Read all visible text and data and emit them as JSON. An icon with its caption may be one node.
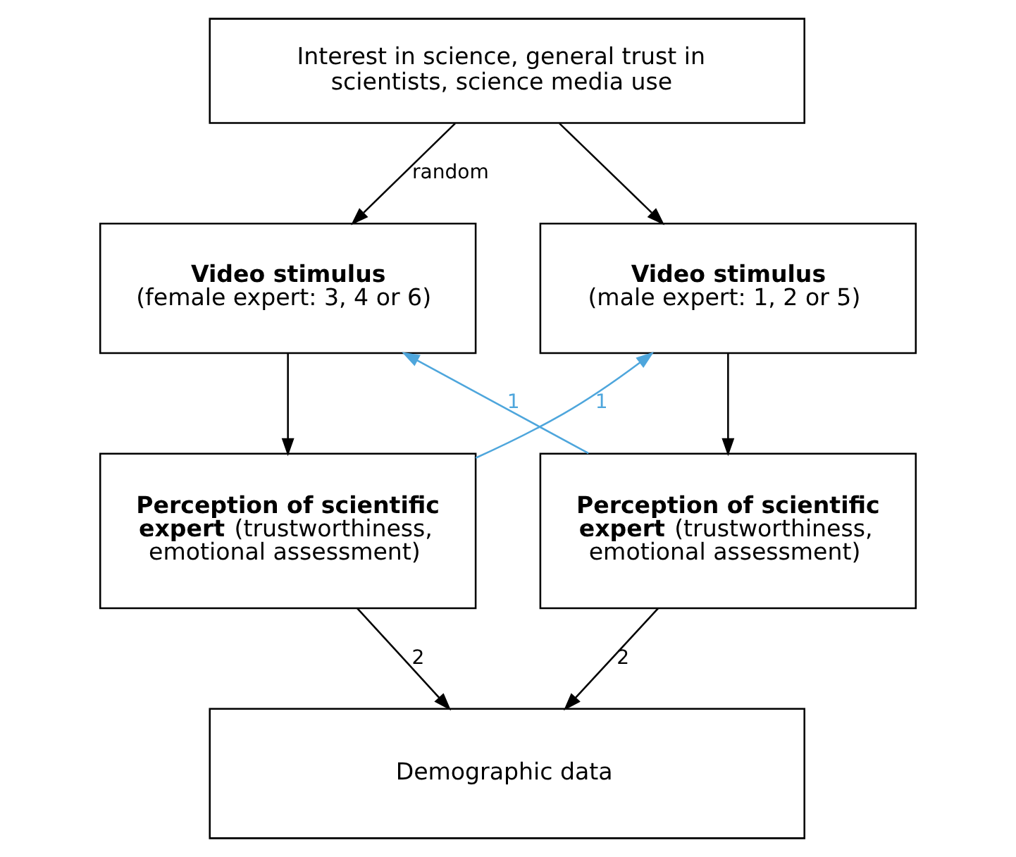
{
  "diagram": {
    "nodes": [
      {
        "text": [
          "Interest in science, general trust in scientists, science media use"
        ]
      },
      {
        "text": [
          "**Video stimulus**",
          "(female expert: 3, 4 or 6)"
        ]
      },
      {
        "text": [
          "**Video stimulus**",
          "(male expert: 1, 2 or 5)"
        ]
      },
      {
        "text": [
          "**Perception of scientific expert** (trustworthiness, emotional assessment)"
        ]
      },
      {
        "text": [
          "**Perception of scientific expert** (trustworthiness, emotional assessment)"
        ]
      },
      {
        "text": [
          "Demographic data"
        ]
      }
    ],
    "edges": [
      {
        "from": 0,
        "to": 1,
        "arrow": "to",
        "label": "random"
      },
      {
        "from": 0,
        "to": 2,
        "arrow": "to"
      },
      {
        "from": 1,
        "to": 3,
        "arrow": "to"
      },
      {
        "from": 2,
        "to": 4,
        "arrow": "to"
      },
      {
        "from": 3,
        "to": 5,
        "arrow": "to",
        "label": "2"
      },
      {
        "from": 3,
        "to": 2,
        "arrow": "to",
        "label": "1",
        "color": "#4ea6dc"
      },
      {
        "from": 4,
        "to": 1,
        "arrow": "to",
        "label": "1",
        "color": "#4ea6dc"
      },
      {
        "from": 4,
        "to": 5,
        "arrow": "to",
        "label": "2"
      }
    ]
  }
}
